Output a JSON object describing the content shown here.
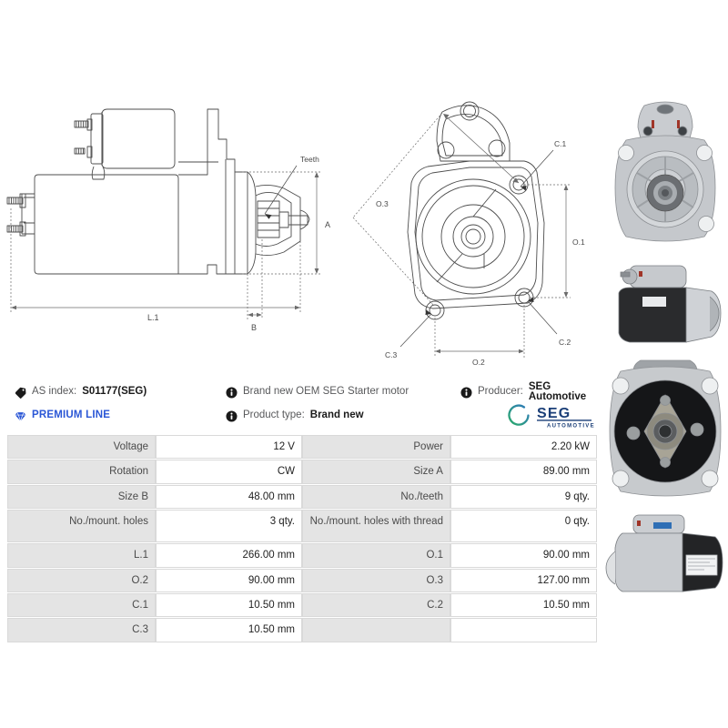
{
  "badges": {
    "as_index": {
      "icon": "tag-icon",
      "label": "AS index:",
      "value": "S01177(SEG)"
    },
    "premium": {
      "icon": "diamond-icon",
      "label": "PREMIUM LINE",
      "color": "#2b57d6"
    },
    "description": {
      "icon": "info-icon",
      "label": "Brand new OEM SEG Starter motor"
    },
    "product_type": {
      "icon": "info-icon",
      "label": "Product type:",
      "value": "Brand new"
    },
    "producer": {
      "icon": "info-icon",
      "label": "Producer:",
      "value": "SEG Automotive"
    },
    "logo": {
      "name": "seg-automotive-logo",
      "wordmark": "SEG",
      "subtext": "AUTOMOTIVE",
      "arc_color_start": "#2aab6a",
      "arc_color_end": "#1f5fa8",
      "text_color": "#1b3f78"
    }
  },
  "drawings": {
    "side_view": {
      "name": "starter-motor-side-view",
      "callouts": [
        "Teeth",
        "A",
        "B",
        "L.1"
      ]
    },
    "front_view": {
      "name": "starter-motor-front-view",
      "callouts": [
        "O.3",
        "C.1",
        "O.1",
        "C.3",
        "O.2",
        "C.2"
      ]
    }
  },
  "photos": [
    {
      "name": "product-photo-drive-end-front",
      "caption": ""
    },
    {
      "name": "product-photo-side-view-1",
      "caption": ""
    },
    {
      "name": "product-photo-commutator-end",
      "caption": ""
    },
    {
      "name": "product-photo-side-view-2",
      "caption": ""
    }
  ],
  "spec_table": {
    "rows": [
      {
        "label_a": "Voltage",
        "value_a": "12 V",
        "label_b": "Power",
        "value_b": "2.20 kW",
        "tall": false
      },
      {
        "label_a": "Rotation",
        "value_a": "CW",
        "label_b": "Size A",
        "value_b": "89.00 mm",
        "tall": false
      },
      {
        "label_a": "Size B",
        "value_a": "48.00 mm",
        "label_b": "No./teeth",
        "value_b": "9 qty.",
        "tall": false
      },
      {
        "label_a": "No./mount. holes",
        "value_a": "3 qty.",
        "label_b": "No./mount. holes with thread",
        "value_b": "0 qty.",
        "tall": true
      },
      {
        "label_a": "L.1",
        "value_a": "266.00 mm",
        "label_b": "O.1",
        "value_b": "90.00 mm",
        "tall": false
      },
      {
        "label_a": "O.2",
        "value_a": "90.00 mm",
        "label_b": "O.3",
        "value_b": "127.00 mm",
        "tall": false
      },
      {
        "label_a": "C.1",
        "value_a": "10.50 mm",
        "label_b": "C.2",
        "value_b": "10.50 mm",
        "tall": false
      },
      {
        "label_a": "C.3",
        "value_a": "10.50 mm",
        "label_b": "",
        "value_b": "",
        "tall": false
      }
    ]
  }
}
